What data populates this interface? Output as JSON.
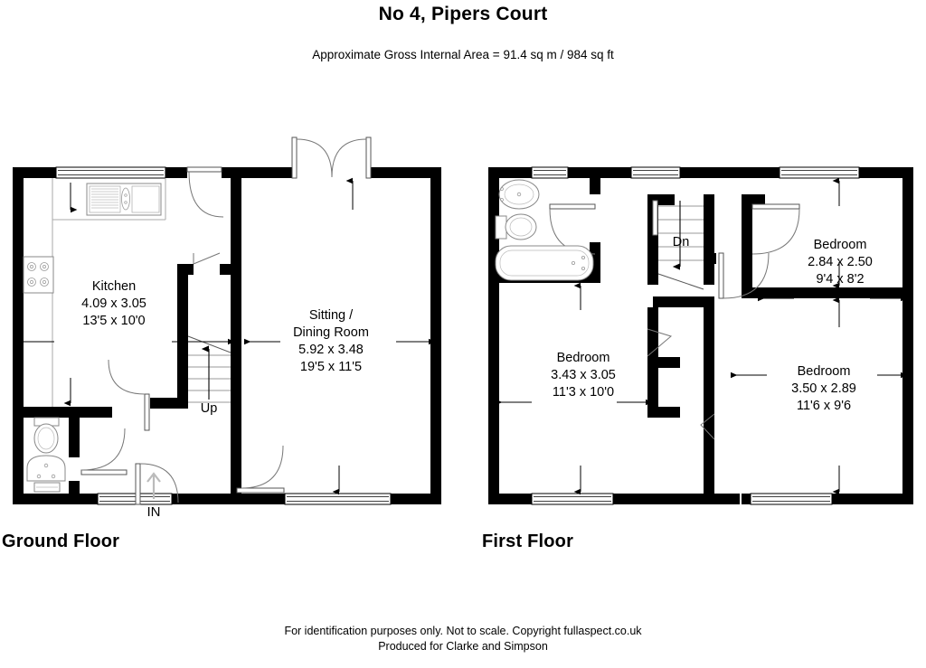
{
  "header": {
    "title": "No 4, Pipers Court",
    "subtitle": "Approximate Gross Internal Area = 91.4 sq m / 984 sq ft"
  },
  "footer": {
    "line_1": "For identification purposes only. Not to scale. Copyright fullaspect.co.uk",
    "line_2": "Produced for Clarke and Simpson"
  },
  "ground_floor": {
    "label": "Ground Floor",
    "rooms": [
      {
        "name": "Kitchen",
        "metric": "4.09 x 3.05",
        "imperial": "13'5 x 10'0"
      },
      {
        "name": "Sitting /",
        "name_2": "Dining Room",
        "metric": "5.92 x 3.48",
        "imperial": "19'5 x 11'5"
      }
    ],
    "stair_label": "Up",
    "entry_label": "IN",
    "fixtures": [
      "sink-unit",
      "hob",
      "toilet",
      "wash-basin",
      "worktop"
    ]
  },
  "first_floor": {
    "label": "First Floor",
    "rooms": [
      {
        "name": "Bedroom",
        "metric": "2.84 x 2.50",
        "imperial": "9'4 x 8'2"
      },
      {
        "name": "Bedroom",
        "metric": "3.43 x 3.05",
        "imperial": "11'3 x 10'0"
      },
      {
        "name": "Bedroom",
        "metric": "3.50 x 2.89",
        "imperial": "11'6 x 9'6"
      }
    ],
    "stair_label": "Dn",
    "fixtures": [
      "wash-basin",
      "toilet",
      "bath"
    ]
  },
  "colors": {
    "wall": "#000000",
    "background": "#ffffff",
    "fixture_outline": "#888888",
    "dimension_arrow": "#000000"
  }
}
